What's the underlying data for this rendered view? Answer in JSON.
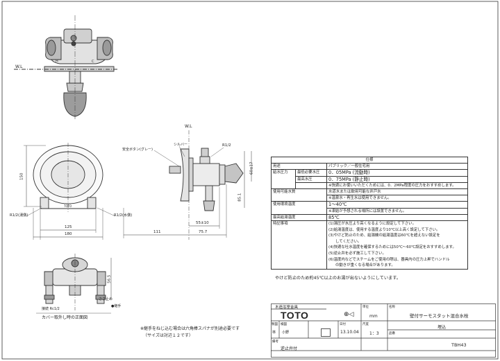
{
  "labels": {
    "wl_top": "W.L",
    "wl_side": "W.L",
    "h_mark": "H",
    "c_mark": "C",
    "safety_button": "安全ボタン(グレー)",
    "silver": "シルバー",
    "r1_2_top": "R1/2",
    "r1_2_hot": "R1/2(湯側)",
    "r1_2_cold": "R1/2(水側)",
    "toto_small": "TOTO",
    "dim_150": "150",
    "dim_125": "125",
    "dim_180": "180",
    "dim_111": "111",
    "dim_55": "55±10",
    "dim_75": "75.7",
    "dim_85": "85.1",
    "dim_60": "60±17",
    "dim_56": "56.5",
    "rc": "接続 Rc1/2",
    "kuse": "さざ止め",
    "hex": "●継手",
    "cover_caption": "カバー取外し時の正面図",
    "note1": "※継手をねじ込む場合は六角棒スパナが別途必要です",
    "note2": "（サイズは対辺１２です）",
    "burn_note": "やけど防止のため約45℃以上のお湯が出ないようにしています。"
  },
  "spec": {
    "header": "仕様",
    "rows": [
      {
        "label": "用途",
        "sub": "",
        "value": "パブリック／一般住宅用"
      },
      {
        "label": "給水圧力",
        "sub": "最低必要水圧",
        "value": "0．05MPa (流動時)"
      },
      {
        "label": "",
        "sub": "最高水圧",
        "value": "0．75MPa (静止時)"
      },
      {
        "label": "",
        "sub": "",
        "value": "※快適にお使いいただくためには、0．2MPa程度の圧力をおすすめします。"
      },
      {
        "label": "使用可能水質",
        "sub": "",
        "value": "水道水または飲用可能な井戸水"
      },
      {
        "label": "",
        "sub": "",
        "value": "※温泉水・再生水は使用できません。"
      },
      {
        "label": "使用環境温度",
        "sub": "",
        "value": "1～40℃"
      },
      {
        "label": "",
        "sub": "",
        "value": "※凍結が予想される場所には設置できません。"
      },
      {
        "label": "最高給湯温度",
        "sub": "",
        "value": "85℃"
      }
    ],
    "special_label": "特記事項",
    "special_notes": [
      "(1)湯圧が水圧より高くなるように設定して下さい。",
      "(2)給湯温度は、使用する温度より10℃以上高く設定して下さい。",
      "(3)やけど防止のため、給湯機の給湯温度は60℃を超えない設定を",
      "してください。",
      "(4)快適な吐水温度を確保するためには50℃～60℃設定をおすすめします。",
      "(5)逆止弁を必ず施工して下さい。",
      "(6)温度内などでスチームをご使用の際は、器具内の圧力上昇でハンドル",
      "の動きが重くなる場合があります。"
    ]
  },
  "title_block": {
    "dept_label": "木造浴室金具",
    "logo": "TOTO",
    "unit_label": "単位",
    "unit": "mm",
    "name_label": "名称",
    "product_name": "壁付サーモスタット混合水栓",
    "sub_name": "埋込",
    "design_label": "製図",
    "check_label": "検図",
    "date_label": "日付",
    "date": "13.10.04",
    "scale_label": "尺度",
    "scale": "1：3",
    "code_label": "品番",
    "code": "TBH43",
    "designer": "林",
    "checker": "小野",
    "remark_label": "備考",
    "remark": "逆止弁付"
  }
}
